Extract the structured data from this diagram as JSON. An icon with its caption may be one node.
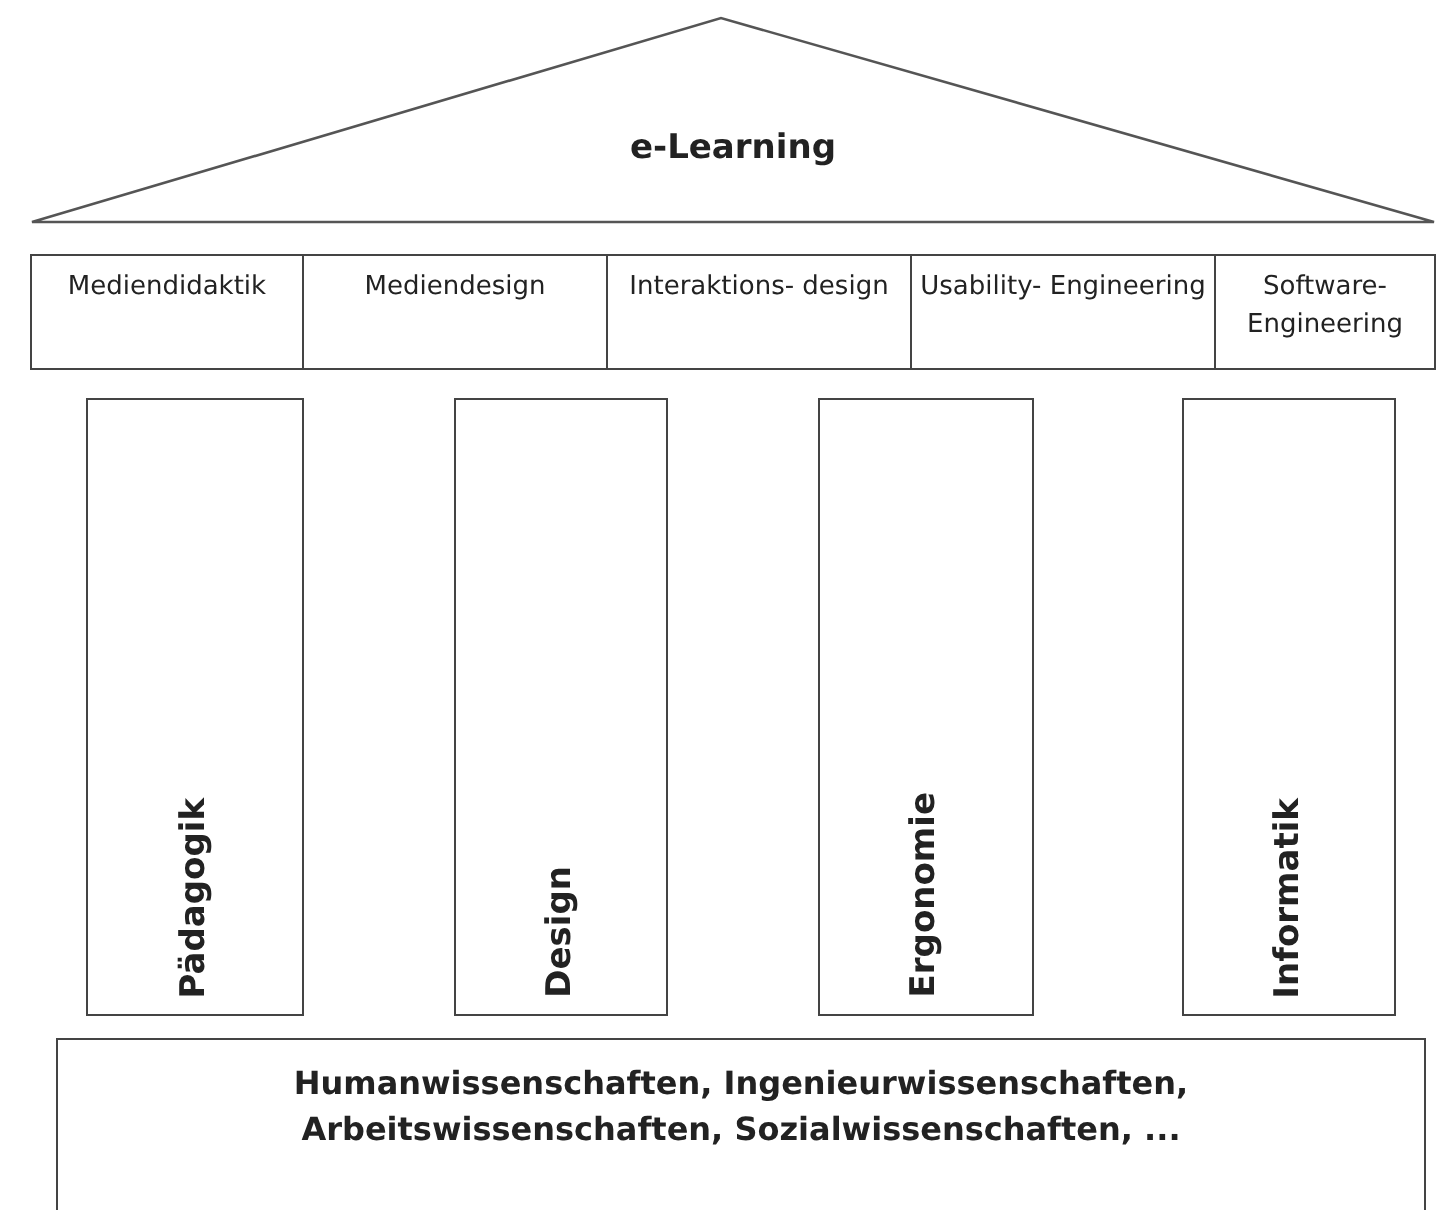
{
  "diagram": {
    "nodes": [
      {
        "text": [
          "e-Learning"
        ]
      },
      {
        "text": [
          "Mediendidaktik"
        ]
      },
      {
        "text": [
          "Mediendesign"
        ]
      },
      {
        "text": [
          "Interaktions- design"
        ]
      },
      {
        "text": [
          "Usability- Engineering"
        ]
      },
      {
        "text": [
          "Software- Engineering"
        ]
      },
      {
        "text": [
          "Pädagogik"
        ]
      },
      {
        "text": [
          "Design"
        ]
      },
      {
        "text": [
          "Ergonomie"
        ]
      },
      {
        "text": [
          "Informatik"
        ]
      },
      {
        "text": [
          "Humanwissenschaften, Ingenieurwissenschaften, Arbeitswissenschaften, Sozialwissenschaften, ..."
        ]
      }
    ],
    "edges": []
  }
}
